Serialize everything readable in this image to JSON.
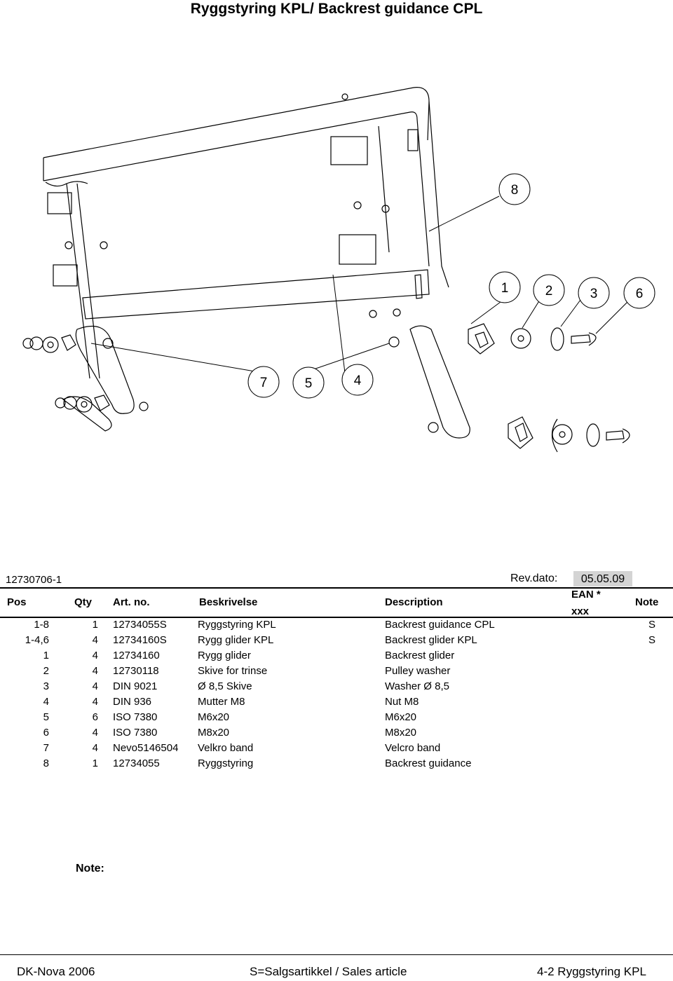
{
  "title": "Ryggstyring KPL/ Backrest guidance CPL",
  "callouts": {
    "c8": "8",
    "c1": "1",
    "c2": "2",
    "c3": "3",
    "c6": "6",
    "c7": "7",
    "c5": "5",
    "c4": "4"
  },
  "doc_number": "12730706-1",
  "rev_label": "Rev.dato:",
  "rev_date": "05.05.09",
  "table": {
    "headers": {
      "pos": "Pos",
      "qty": "Qty",
      "art": "Art. no.",
      "beskrivelse": "Beskrivelse",
      "description": "Description",
      "ean_line1": "EAN *",
      "ean_line2": "xxx",
      "note": "Note"
    },
    "rows": [
      {
        "pos": "1-8",
        "qty": "1",
        "art": "12734055S",
        "beskrivelse": "Ryggstyring KPL",
        "description": "Backrest guidance CPL",
        "note": "S"
      },
      {
        "pos": "1-4,6",
        "qty": "4",
        "art": "12734160S",
        "beskrivelse": "Rygg glider KPL",
        "description": "Backrest glider KPL",
        "note": "S"
      },
      {
        "pos": "1",
        "qty": "4",
        "art": "12734160",
        "beskrivelse": "Rygg glider",
        "description": "Backrest glider",
        "note": ""
      },
      {
        "pos": "2",
        "qty": "4",
        "art": "12730118",
        "beskrivelse": "Skive for trinse",
        "description": "Pulley washer",
        "note": ""
      },
      {
        "pos": "3",
        "qty": "4",
        "art": "DIN 9021",
        "beskrivelse": "Ø 8,5 Skive",
        "description": "Washer Ø 8,5",
        "note": ""
      },
      {
        "pos": "4",
        "qty": "4",
        "art": "DIN 936",
        "beskrivelse": "Mutter M8",
        "description": "Nut M8",
        "note": ""
      },
      {
        "pos": "5",
        "qty": "6",
        "art": "ISO 7380",
        "beskrivelse": "M6x20",
        "description": "M6x20",
        "note": ""
      },
      {
        "pos": "6",
        "qty": "4",
        "art": "ISO 7380",
        "beskrivelse": "M8x20",
        "description": "M8x20",
        "note": ""
      },
      {
        "pos": "7",
        "qty": "4",
        "art": "Nevo5146504",
        "beskrivelse": "Velkro band",
        "description": "Velcro band",
        "note": ""
      },
      {
        "pos": "8",
        "qty": "1",
        "art": "12734055",
        "beskrivelse": "Ryggstyring",
        "description": "Backrest guidance",
        "note": ""
      }
    ]
  },
  "note_label": "Note:",
  "footer": {
    "left": "DK-Nova 2006",
    "center": "S=Salgsartikkel / Sales article",
    "right": "4-2 Ryggstyring KPL"
  }
}
